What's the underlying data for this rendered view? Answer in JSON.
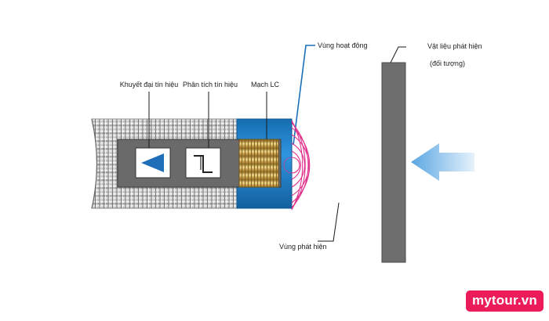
{
  "labels": {
    "amplifier": "Khuyết đại tín hiệu",
    "analyzer": "Phân tích tín hiệu",
    "lc_circuit": "Mạch LC",
    "active_zone": "Vùng hoạt động",
    "target_line1": "Vật liệu phát hiện",
    "target_line2": "(đối tượng)",
    "detect_zone": "Vùng phát hiện"
  },
  "watermark": "mytour.vn",
  "colors": {
    "field": "#e0308c",
    "coil": "#c8a34a",
    "sleeve": "#1f7fc6",
    "target": "#6e6e6e",
    "arrow": "#7ab8e8",
    "amplifier_icon": "#1f6fb8",
    "callout": "#1a6fb8"
  },
  "icons": [
    "triangle-amplifier-icon",
    "step-signal-icon",
    "approach-arrow-icon"
  ]
}
